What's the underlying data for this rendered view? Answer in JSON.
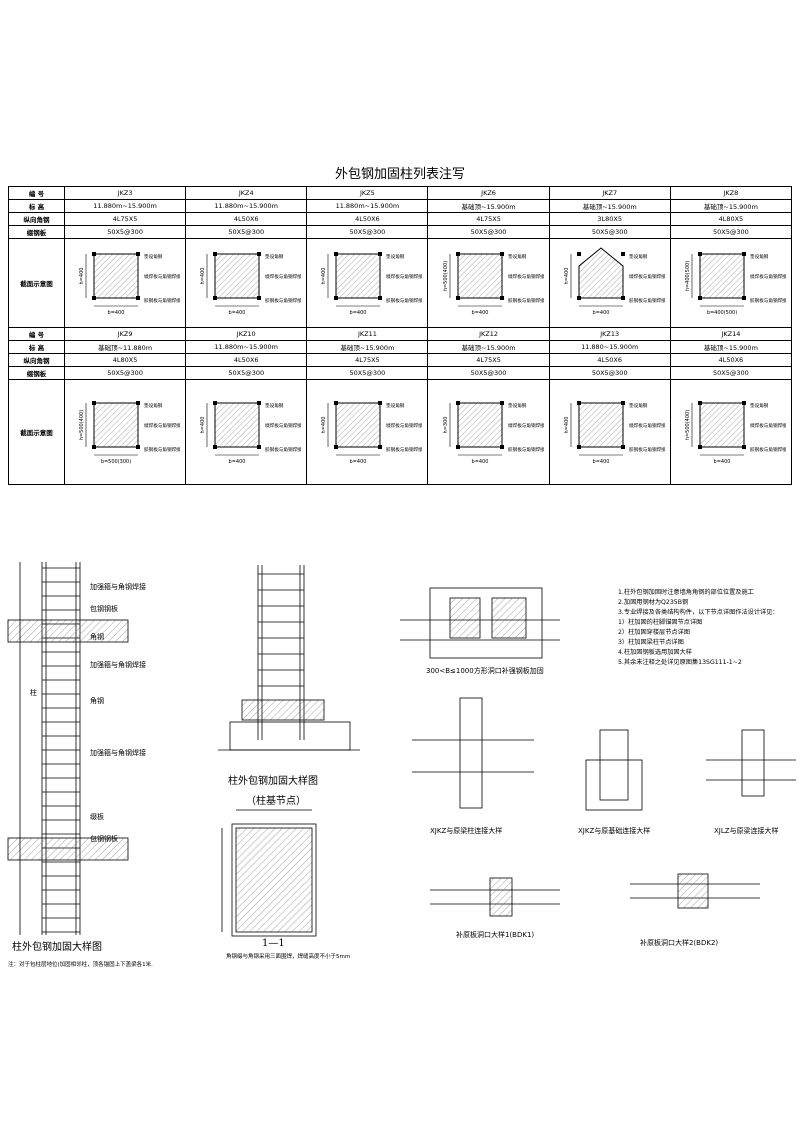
{
  "title": "外包钢加固柱列表注写",
  "table": {
    "row_labels": {
      "code": "编 号",
      "elevation": "标 高",
      "long_angle": "纵向角钢",
      "plate": "缀钢板",
      "section": "截面示意图",
      "section2": "截面示意图"
    },
    "group1": [
      {
        "code": "JKZ3",
        "elev": "11.880m~15.900m",
        "angle": "4L75X5",
        "plate": "50X5@300",
        "dim": "b=400",
        "side": "h=400"
      },
      {
        "code": "JKZ4",
        "elev": "11.880m~15.900m",
        "angle": "4L50X6",
        "plate": "50X5@300",
        "dim": "b=400",
        "side": "h=400"
      },
      {
        "code": "JKZ5",
        "elev": "11.880m~15.900m",
        "angle": "4L50X6",
        "plate": "50X5@300",
        "dim": "b=400",
        "side": "h=400"
      },
      {
        "code": "JKZ6",
        "elev": "基础顶~15.900m",
        "angle": "4L75X5",
        "plate": "50X5@300",
        "dim": "b=400",
        "side": "h=500(400)"
      },
      {
        "code": "JKZ7",
        "elev": "基础顶~15.900m",
        "angle": "3L80X5",
        "plate": "50X5@300",
        "dim": "b=400",
        "side": "h=400"
      },
      {
        "code": "JKZ8",
        "elev": "基础顶~15.900m",
        "angle": "4L80X5",
        "plate": "50X5@300",
        "dim": "b=400(500)",
        "side": "h=400(500)"
      }
    ],
    "group2": [
      {
        "code": "JKZ9",
        "elev": "基础顶~11.880m",
        "angle": "4L80X5",
        "plate": "50X5@300",
        "dim": "b=500(300)",
        "side": "h=500(400)"
      },
      {
        "code": "JKZ10",
        "elev": "11.880m~15.900m",
        "angle": "4L50X6",
        "plate": "50X5@300",
        "dim": "b=400",
        "side": "h=400"
      },
      {
        "code": "JKZ11",
        "elev": "基础顶~15.900m",
        "angle": "4L75X5",
        "plate": "50X5@300",
        "dim": "b=400",
        "side": "h=400"
      },
      {
        "code": "JKZ12",
        "elev": "基础顶~15.900m",
        "angle": "4L75X5",
        "plate": "50X5@300",
        "dim": "b=400",
        "side": "h=300"
      },
      {
        "code": "JKZ13",
        "elev": "11.880~15.900m",
        "angle": "4L50X6",
        "plate": "50X5@300",
        "dim": "b=400",
        "side": "h=400"
      },
      {
        "code": "JKZ14",
        "elev": "基础顶~15.900m",
        "angle": "4L50X6",
        "plate": "50X5@300",
        "dim": "b=400",
        "side": "h=500(400)"
      }
    ],
    "sec_tags": {
      "a": "垫设角钢",
      "b": "缀焊板与角钢焊接",
      "c": "胶钢板与角钢焊接"
    }
  },
  "drawings": {
    "col_detail_title": "柱外包钢加固大样图",
    "col_detail_note": "注：对于包柱层地位(加固相邻柱，顶各锚固上下盖梁各1米.",
    "base_title": "柱外包钢加固大样图",
    "base_sub": "（柱基节点）",
    "section_title": "1—1",
    "section_note": "角钢缀与角钢采用三面围焊，焊缝高度不小于5mm",
    "beam_title": "300<B≤1000方形洞口补强钢板加固",
    "xjkz1": "XJKZ与原梁柱连接大样",
    "xjkz2": "XJKZ与原基础连接大样",
    "xjlz": "XJLZ与原梁连接大样",
    "bdk1": "补原板洞口大样1(BDK1)",
    "bdk2": "补原板洞口大样2(BDK2)",
    "left_labels": [
      "加强箍与角钢焊接",
      "包钢钢板",
      "角钢",
      "柱",
      "加强箍与角钢焊接",
      "角钢",
      "加强箍与角钢焊接",
      "缀板",
      "包钢钢板"
    ],
    "notes": [
      "1.柱外包钢加固时注意墙角角钢的部位位置及施工",
      "2.加固用钢材为Q235B钢",
      "3.专业焊接及各类结构构件，以下节点详图作法设计详见：",
      "  1）柱加固的柱脚锚固节点详图",
      "  2）柱加固穿楼层节点详图",
      "  3）柱加固梁柱节点详图",
      "4.柱加固钢板选用加固大样",
      "5.其余未注释之处详见原图集13SG111-1~2"
    ]
  }
}
